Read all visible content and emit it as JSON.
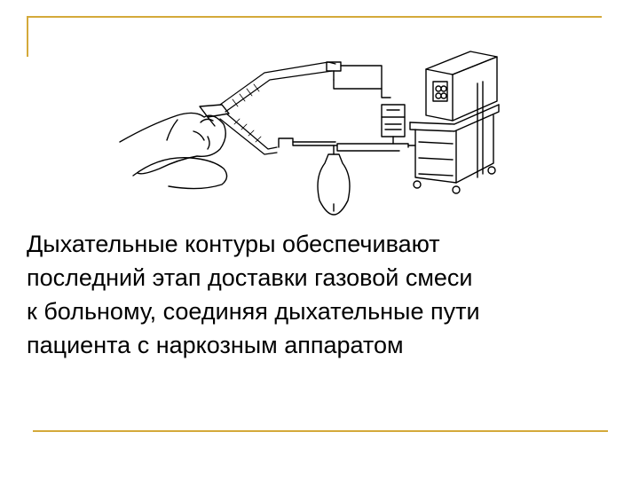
{
  "theme": {
    "accent": "#d4a93a",
    "ink": "#000000"
  },
  "slide": {
    "lines": [
      "Дыхательные контуры обеспечивают",
      "последний этап доставки газовой смеси",
      "к больному, соединяя дыхательные пути",
      "пациента с наркозным аппаратом"
    ]
  },
  "illustration": {
    "subject": "patient-connected-to-anesthesia-machine"
  }
}
